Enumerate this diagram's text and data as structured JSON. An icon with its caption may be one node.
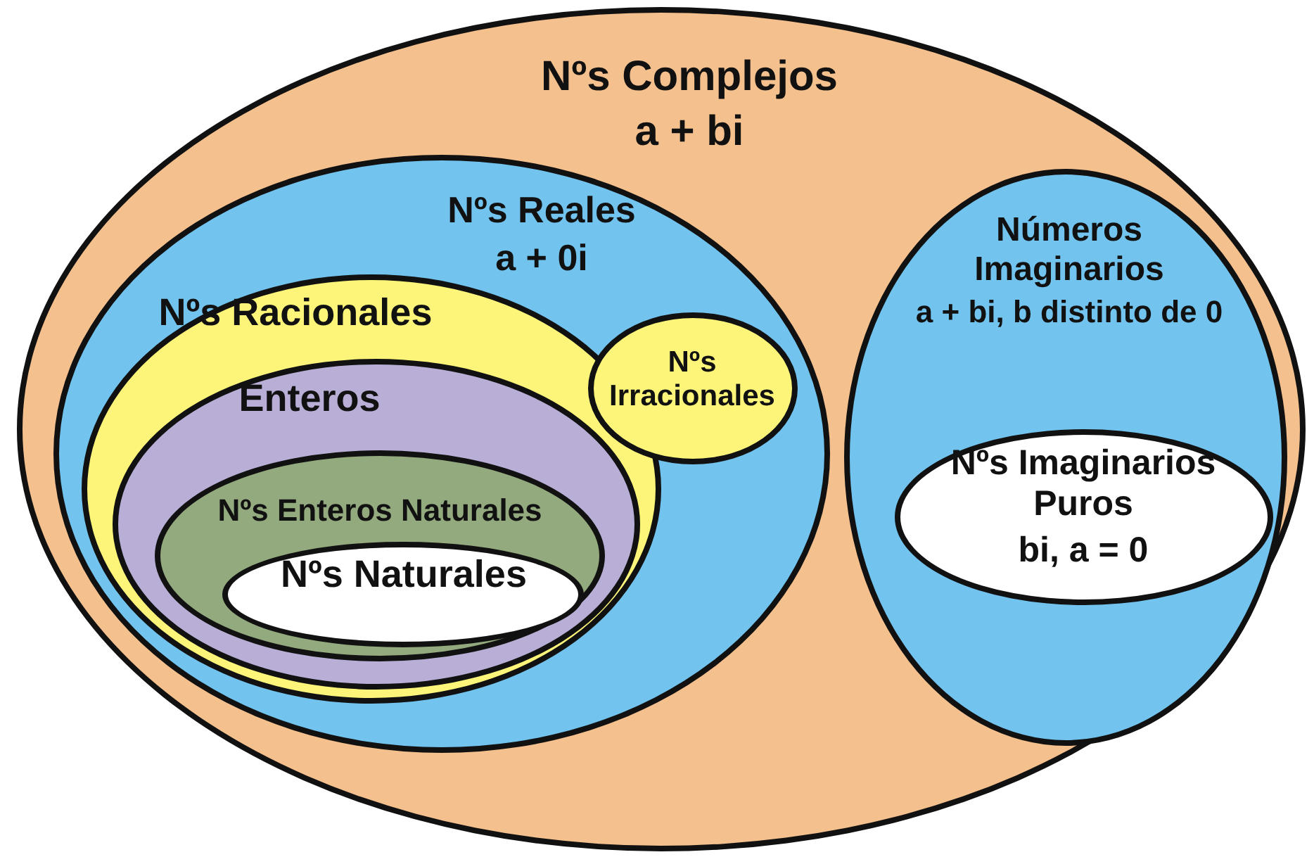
{
  "diagram": {
    "nodes": [
      {
        "text": [
          "Nºs Complejos",
          "a + bi"
        ]
      },
      {
        "text": [
          "Nºs Reales",
          "a + 0i"
        ],
        "in": 0
      },
      {
        "text": [
          "Nºs Racionales"
        ],
        "in": 1
      },
      {
        "text": [
          "Enteros"
        ],
        "in": 2
      },
      {
        "text": [
          "Nºs Enteros Naturales"
        ],
        "in": 3
      },
      {
        "text": [
          "Nºs Naturales"
        ],
        "in": 4
      },
      {
        "text": [
          "Nºs Irracionales"
        ],
        "in": 1
      },
      {
        "text": [
          "Números Imaginarios",
          "a + bi, b distinto de 0"
        ],
        "in": 0
      },
      {
        "text": [
          "Nºs Imaginarios Puros",
          "bi, a = 0"
        ],
        "in": 7
      }
    ]
  }
}
